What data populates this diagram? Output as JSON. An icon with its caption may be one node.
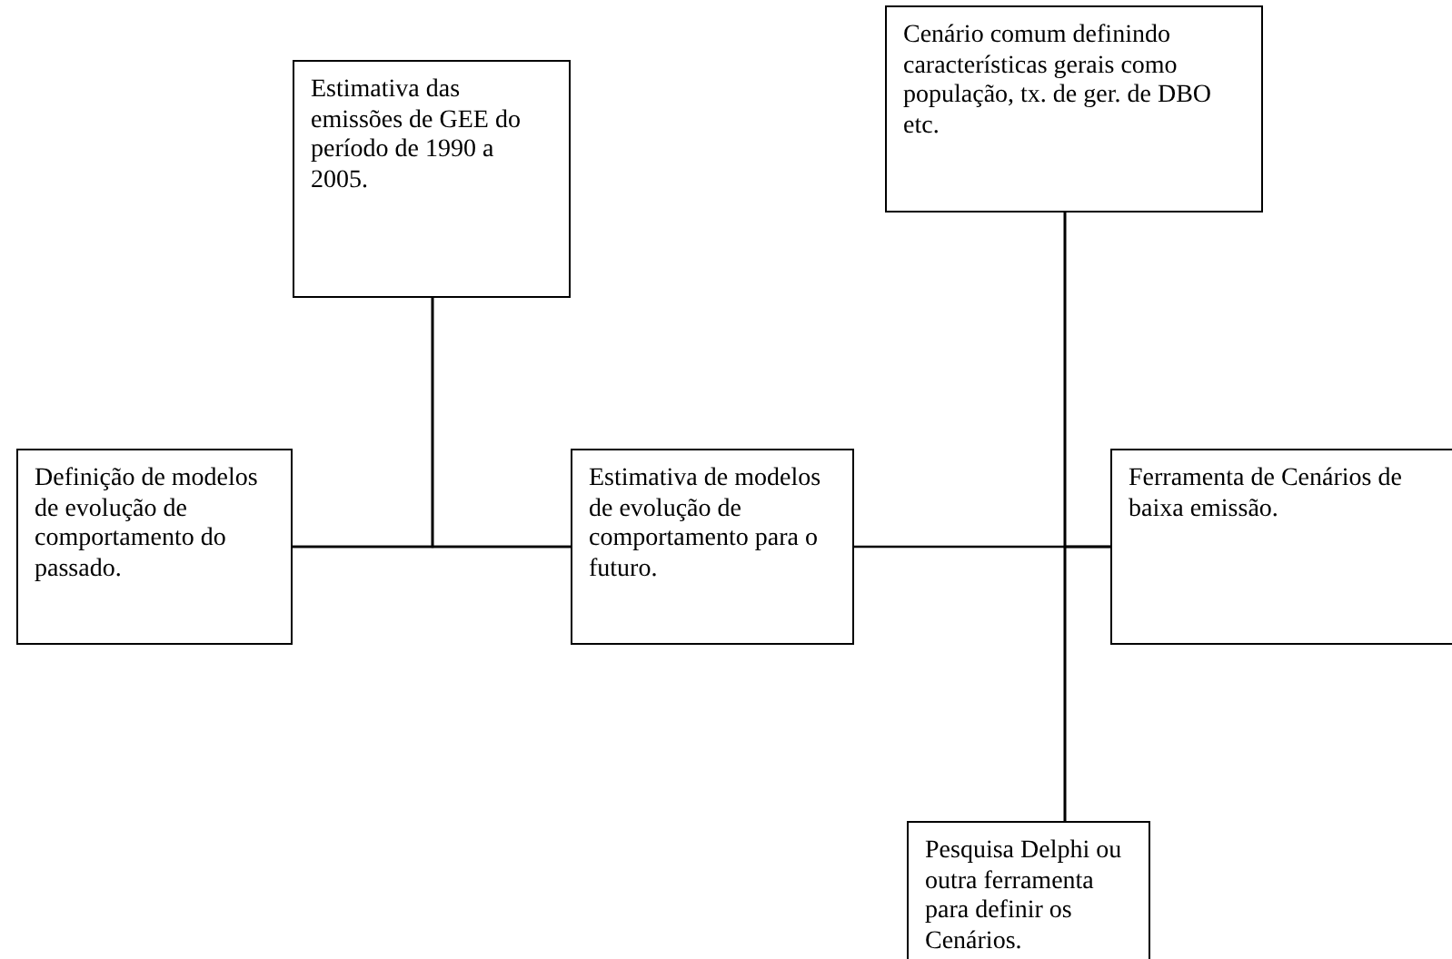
{
  "diagram": {
    "nodes": [
      {
        "text": [
          "Estimativa das emissões de GEE do período de 1990 a 2005."
        ]
      },
      {
        "text": [
          "Cenário comum definindo características gerais como população, tx. de ger. de DBO etc."
        ]
      },
      {
        "text": [
          "Definição de modelos de evolução de comportamento do passado."
        ]
      },
      {
        "text": [
          "Estimativa de modelos de evolução de comportamento para o futuro."
        ]
      },
      {
        "text": [
          "Ferramenta de Cenários de baixa emissão."
        ]
      },
      {
        "text": [
          "Pesquisa Delphi ou outra ferramenta para definir os Cenários."
        ]
      }
    ],
    "edges": [
      {
        "from": 2,
        "to": 3,
        "arrow": "none"
      },
      {
        "from": 0,
        "to": 2,
        "arrow": "none"
      },
      {
        "from": 0,
        "to": 3,
        "arrow": "none"
      },
      {
        "from": 3,
        "to": 4,
        "arrow": "none"
      },
      {
        "from": 1,
        "to": 5,
        "arrow": "none"
      },
      {
        "from": 1,
        "to": 4,
        "arrow": "none"
      },
      {
        "from": 5,
        "to": 4,
        "arrow": "none"
      }
    ]
  }
}
